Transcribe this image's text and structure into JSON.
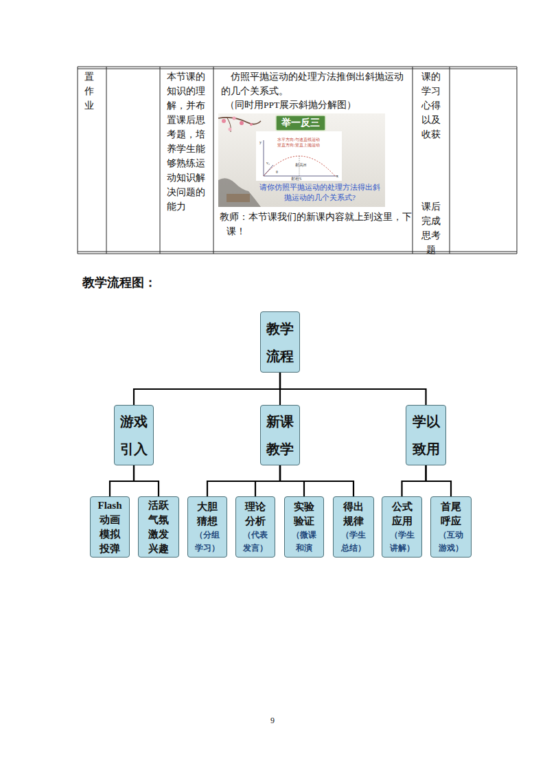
{
  "diagram": {
    "title": "教学流程图：",
    "nodes": [
      {
        "text": [
          "教学流程"
        ]
      },
      {
        "text": [
          "游戏引入"
        ]
      },
      {
        "text": [
          "新课教学"
        ]
      },
      {
        "text": [
          "学以致用"
        ]
      },
      {
        "text": [
          "Flash动画模拟投弹"
        ]
      },
      {
        "text": [
          "活跃气氛激发兴趣"
        ]
      },
      {
        "text": [
          "大胆猜想",
          "（分组学习）"
        ]
      },
      {
        "text": [
          "理论分析",
          "（代表发言）"
        ]
      },
      {
        "text": [
          "实验验证",
          "（微课和演"
        ]
      },
      {
        "text": [
          "得出规律",
          "（学生总结）"
        ]
      },
      {
        "text": [
          "公式应用",
          "（学生讲解）"
        ]
      },
      {
        "text": [
          "首尾呼应",
          "（互动游戏）"
        ]
      }
    ],
    "edges": [
      {
        "from": 0,
        "to": 1,
        "arrow": "none"
      },
      {
        "from": 0,
        "to": 2,
        "arrow": "none"
      },
      {
        "from": 0,
        "to": 3,
        "arrow": "none"
      },
      {
        "from": 1,
        "to": 4,
        "arrow": "none"
      },
      {
        "from": 1,
        "to": 5,
        "arrow": "none"
      },
      {
        "from": 2,
        "to": 6,
        "arrow": "none"
      },
      {
        "from": 2,
        "to": 7,
        "arrow": "none"
      },
      {
        "from": 2,
        "to": 8,
        "arrow": "none"
      },
      {
        "from": 2,
        "to": 9,
        "arrow": "none"
      },
      {
        "from": 3,
        "to": 10,
        "arrow": "none"
      },
      {
        "from": 3,
        "to": 11,
        "arrow": "none"
      }
    ],
    "labels": [
      "置作业",
      "本节课的知识的理解，并布置课后思考题，培养学生能够熟练运动知识解决问题的能力",
      "仿照平抛运动的处理方法推倒出斜抛运动的几个关系式。",
      "（同时用PPT展示斜抛分解图）",
      "教师：本节课我们的新课内容就上到这里，下课！",
      "课的学习心得以及收获",
      "课后完成思考题",
      "举一反三",
      "水平方向:匀速直线运动",
      "竖直方向:竖直上抛运动",
      "射高H",
      "射程S",
      "y",
      "x",
      "v₀",
      "θ",
      "请你仿照平抛运动的处理方法得出斜抛运动的几个关系式?",
      "9"
    ]
  }
}
